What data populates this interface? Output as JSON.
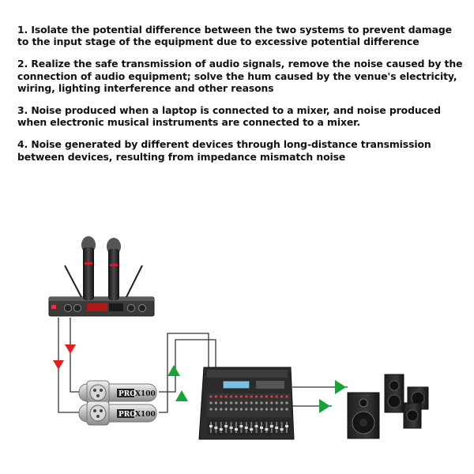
{
  "paragraphs": [
    "1. Isolate the potential difference between the two systems to prevent damage to the input stage of the equipment due to excessive potential difference",
    "2. Realize the safe transmission of audio signals, remove the noise caused by the connection of audio equipment; solve the hum caused by the venue's electricity, wiring, lighting interference and other reasons",
    "3. Noise produced when a laptop is connected to a mixer, and noise produced when electronic musical instruments are connected to a mixer.",
    "4. Noise generated by different devices through long-distance transmission between devices, resulting from impedance mismatch noise"
  ],
  "isolator_label": {
    "brand": "PRO",
    "model": "X100"
  },
  "colors": {
    "arrow_red": "#e02020",
    "arrow_green": "#1aa23a",
    "wire": "#333333",
    "device_dark": "#2b2b2b",
    "metal": "#c8c8c8"
  }
}
